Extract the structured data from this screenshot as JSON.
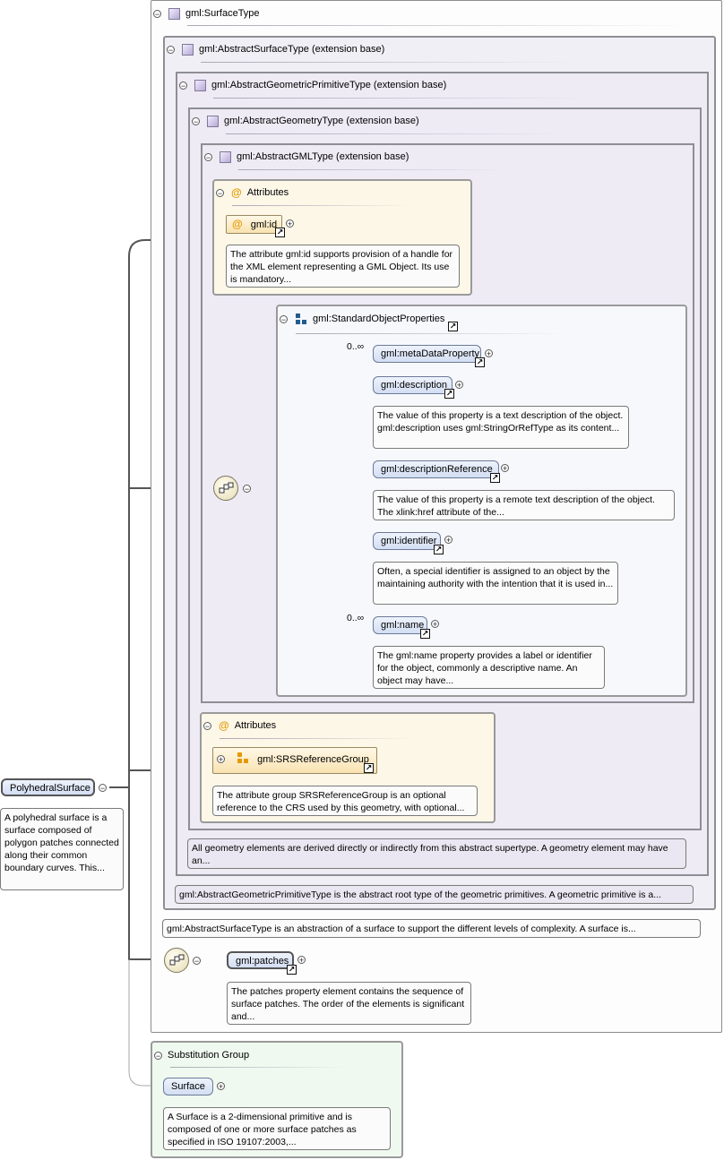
{
  "surface_type": {
    "label": "gml:SurfaceType"
  },
  "abstract_surface": {
    "label": "gml:AbstractSurfaceType (extension base)",
    "doc": "gml:AbstractSurfaceType is an abstraction of a surface to support the different levels of complexity. A surface is..."
  },
  "abstract_primitive": {
    "label": "gml:AbstractGeometricPrimitiveType (extension base)",
    "doc": "gml:AbstractGeometricPrimitiveType is the abstract root type of the geometric primitives. A geometric primitive is a..."
  },
  "abstract_geometry": {
    "label": "gml:AbstractGeometryType (extension base)",
    "doc": "All geometry elements are derived directly or indirectly from this abstract supertype. A geometry element may have an..."
  },
  "abstract_gml": {
    "label": "gml:AbstractGMLType (extension base)"
  },
  "attributes1": {
    "label": "Attributes",
    "id": {
      "name": "gml:id",
      "doc": "The attribute gml:id supports provision of a handle for the XML element representing a GML Object. Its use is mandatory..."
    }
  },
  "std_props": {
    "label": "gml:StandardObjectProperties",
    "elements": [
      {
        "name": "gml:metaDataProperty",
        "occurs": "0..∞",
        "doc": ""
      },
      {
        "name": "gml:description",
        "occurs": "",
        "doc": "The value of this property is a text description of the object. gml:description uses gml:StringOrRefType as its content..."
      },
      {
        "name": "gml:descriptionReference",
        "occurs": "",
        "doc": "The value of this property is a remote text description of the object. The xlink:href attribute of the..."
      },
      {
        "name": "gml:identifier",
        "occurs": "",
        "doc": "Often, a special identifier is assigned to an object by the maintaining authority with the intention that it is used in..."
      },
      {
        "name": "gml:name",
        "occurs": "0..∞",
        "doc": "The gml:name property provides a label or identifier for the object, commonly a descriptive name. An object may have..."
      }
    ]
  },
  "attributes2": {
    "label": "Attributes",
    "group": {
      "name": "gml:SRSReferenceGroup",
      "doc": "The attribute group SRSReferenceGroup is an optional reference to the CRS used by this geometry, with optional..."
    }
  },
  "patches": {
    "name": "gml:patches",
    "doc": "The patches property element contains the sequence of surface patches. The order of the elements is significant and..."
  },
  "root": {
    "name": "PolyhedralSurface",
    "doc": "A polyhedral surface is a surface composed of polygon patches connected along their common boundary curves. This..."
  },
  "substitution": {
    "label": "Substitution Group",
    "element": "Surface",
    "doc": "A Surface is a 2-dimensional primitive and is composed of one or more surface patches as specified in ISO 19107:2003,..."
  },
  "icons": {
    "ref": "external-link-icon",
    "expand": "plus-icon",
    "collapse": "minus-icon",
    "type": "complex-type-icon",
    "attribute": "at-icon",
    "sequence": "sequence-compositor-icon"
  },
  "colors": {
    "element_fill": "#dbe5f6",
    "attribute_fill": "#fdf7e8",
    "type_fill": "#eeebf5",
    "substitution_fill": "#f0f9f0",
    "attr_icon": "#e59a00"
  }
}
